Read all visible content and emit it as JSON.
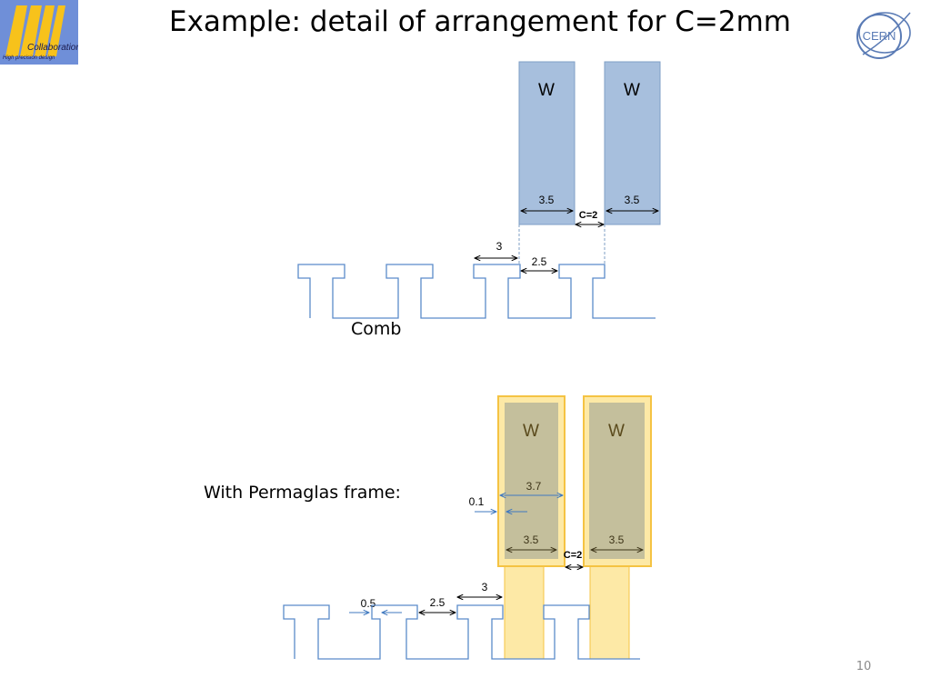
{
  "slide": {
    "title": "Example: detail of arrangement for C=2mm",
    "page_number": "10"
  },
  "logos": {
    "left_text": "Collaboration",
    "left_subtext": "High precision design",
    "right_text": "CERN"
  },
  "top_diagram": {
    "block_labels": [
      "W",
      "W"
    ],
    "width_left": "3.5",
    "width_right": "3.5",
    "gap_label": "C=2",
    "comb_dim_3": "3",
    "comb_dim_2_5": "2.5",
    "comb_label": "Comb"
  },
  "bottom_diagram": {
    "caption": "With Permaglas frame:",
    "block_labels": [
      "W",
      "W"
    ],
    "frame_width": "3.7",
    "frame_offset": "0.1",
    "width_left": "3.5",
    "width_right": "3.5",
    "gap_label": "C=2",
    "comb_dim_3": "3",
    "comb_dim_2_5": "2.5",
    "comb_dim_0_5": "0.5"
  },
  "colors": {
    "tungsten_fill": "#a7bfdd",
    "tungsten_stroke": "#7f9fc6",
    "comb_line": "#5b8bc9",
    "frame_fill": "#fde9a6",
    "frame_stroke": "#f5c343",
    "inner_w_fill": "#c4bf9c",
    "bottom_text": "#5a4a1c",
    "dim_blue": "#3f78bf"
  }
}
